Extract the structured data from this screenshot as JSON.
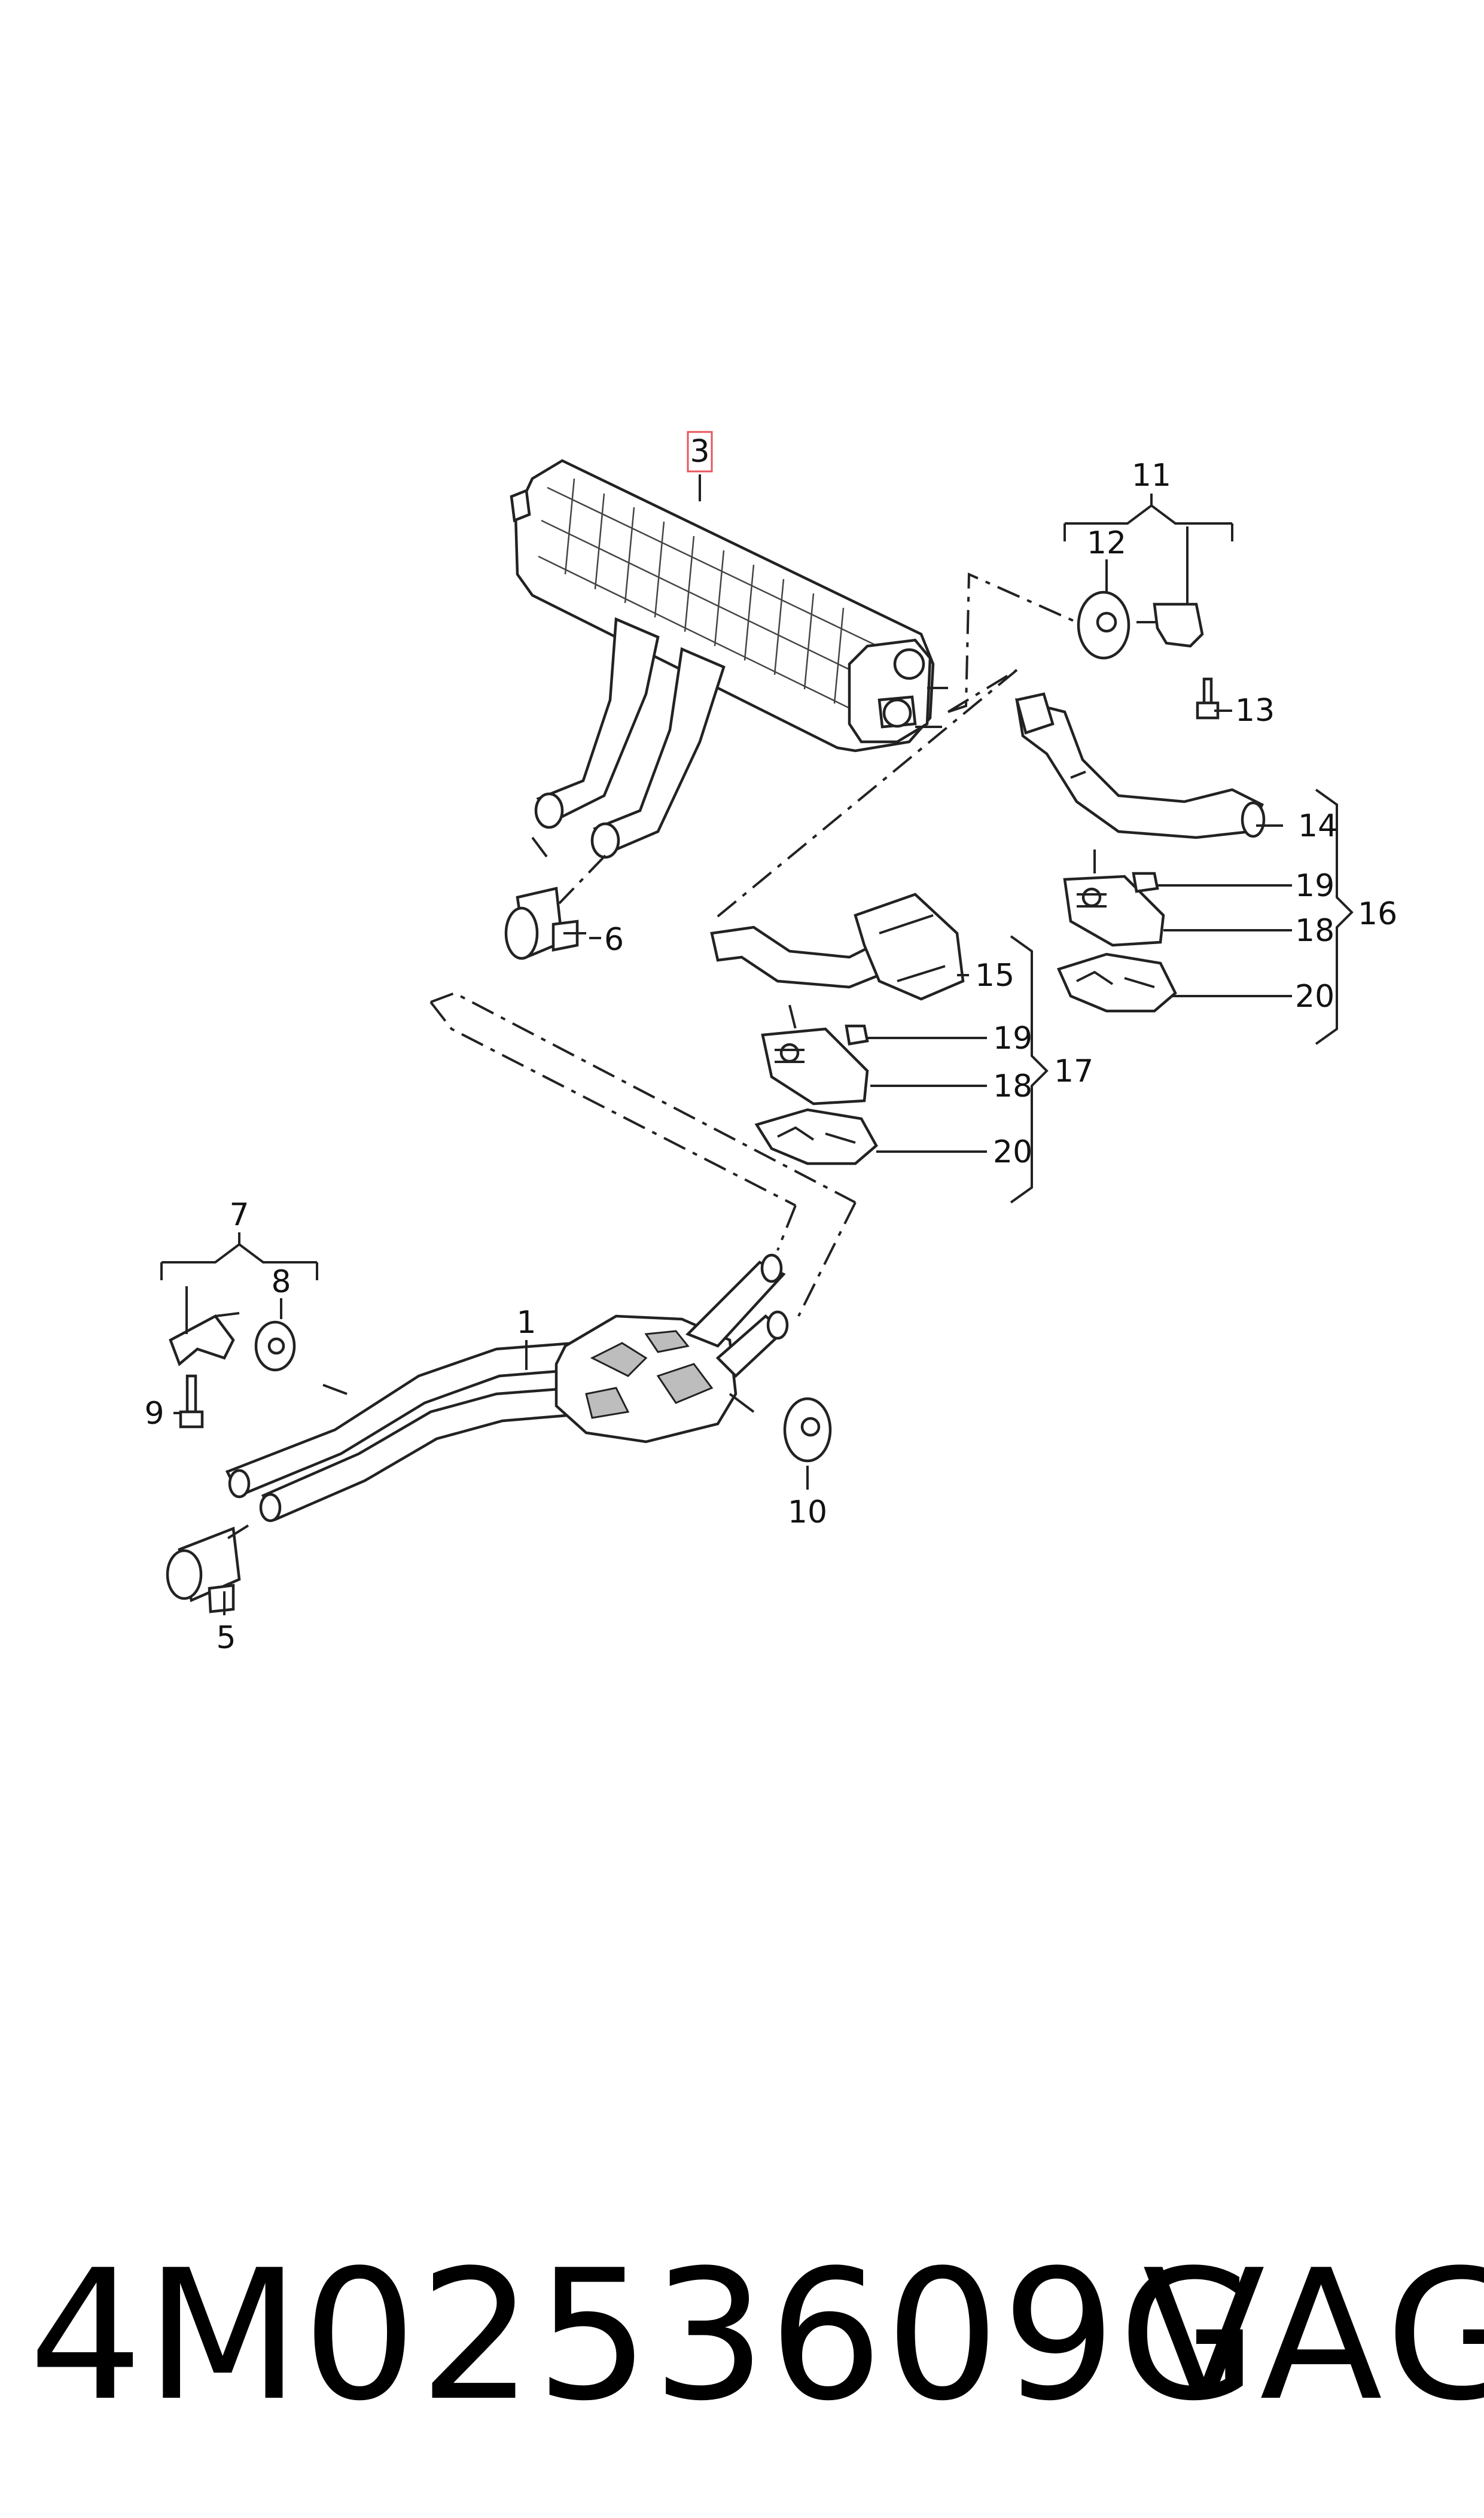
{
  "callouts": {
    "c1": "1",
    "c3": "3",
    "c5": "5",
    "c6": "6",
    "c7": "7",
    "c8": "8",
    "c9": "9",
    "c10": "10",
    "c11": "11",
    "c12": "12",
    "c13": "13",
    "c14": "14",
    "c15": "15",
    "c16": "16",
    "c17": "17",
    "c18a": "18",
    "c18b": "18",
    "c19a": "19",
    "c19b": "19",
    "c20a": "20",
    "c20b": "20"
  },
  "highlight_color": "#e8565a",
  "footer": {
    "part_number": "4M0253609G",
    "brand": "VAG"
  }
}
